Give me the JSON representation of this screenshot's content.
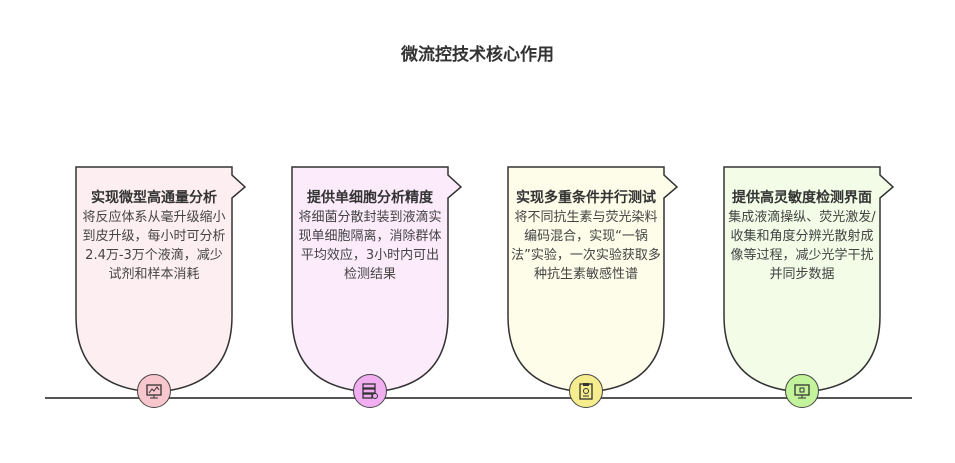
{
  "title": "微流控技术核心作用",
  "cards": [
    {
      "title": "实现微型高通量分析",
      "desc": "将反应体系从毫升级缩小到皮升级，每小时可分析2.4万-3万个液滴，减少试剂和样本消耗",
      "icon": "monitor-chart-icon",
      "fill": "#fdeff1",
      "accent": "#f8c6cd"
    },
    {
      "title": "提供单细胞分析精度",
      "desc": "将细菌分散封装到液滴实现单细胞隔离，消除群体平均效应，3小时内可出检测结果",
      "icon": "server-database-icon",
      "fill": "#fbebfb",
      "accent": "#f1aef1"
    },
    {
      "title": "实现多重条件并行测试",
      "desc": "将不同抗生素与荧光染料编码混合，实现“一锅法”实验，一次实验获取多种抗生素敏感性谱",
      "icon": "clipboard-certificate-icon",
      "fill": "#fdfde9",
      "accent": "#f6ee8e"
    },
    {
      "title": "提供高灵敏度检测界面",
      "desc": "集成液滴操纵、荧光激发/收集和角度分辨光散射成像等过程，减少光学干扰并同步数据",
      "icon": "monitor-display-icon",
      "fill": "#f2fce7",
      "accent": "#c3f39a"
    }
  ]
}
